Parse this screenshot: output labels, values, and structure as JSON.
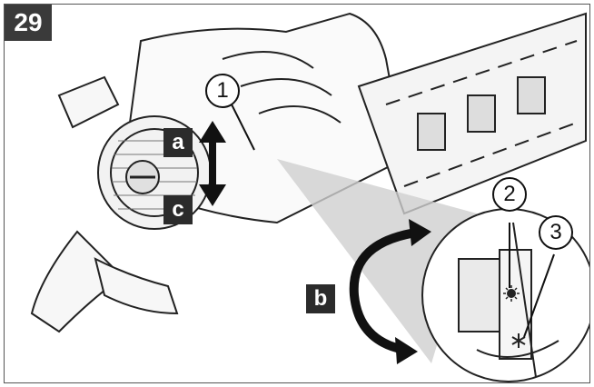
{
  "figure": {
    "number": "29"
  },
  "labels": {
    "a": "a",
    "b": "b",
    "c": "c",
    "callout_1": "1",
    "callout_2": "2",
    "callout_3": "3"
  },
  "icons": [
    "double-arrow-icon",
    "curved-arrow-icon",
    "sun-symbol-icon",
    "snowflake-symbol-icon"
  ]
}
